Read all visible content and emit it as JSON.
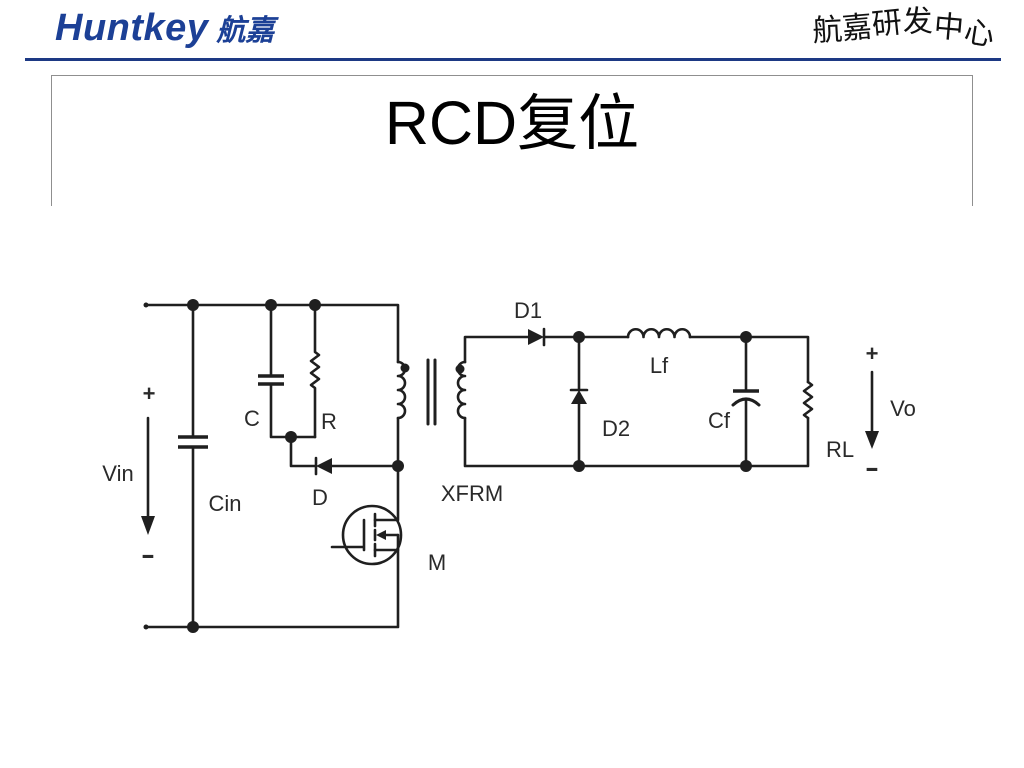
{
  "header": {
    "logo_latin": "Huntkey",
    "logo_chinese": "航嘉",
    "department": "航嘉研发中心"
  },
  "slide": {
    "title": "RCD复位"
  },
  "diagram": {
    "vin": "Vin",
    "vin_plus": "+",
    "vin_minus": "-",
    "cin": "Cin",
    "c": "C",
    "r": "R",
    "d": "D",
    "m": "M",
    "xfrm": "XFRM",
    "d1": "D1",
    "d2": "D2",
    "lf": "Lf",
    "cf": "Cf",
    "rl": "RL",
    "vo": "Vo",
    "vo_plus": "+",
    "vo_minus": "-"
  },
  "colors": {
    "brand_blue": "#1c4096",
    "rule_blue": "#1d3984",
    "frame_gray": "#8f8f8f",
    "diagram_ink": "#1f1f1f"
  }
}
